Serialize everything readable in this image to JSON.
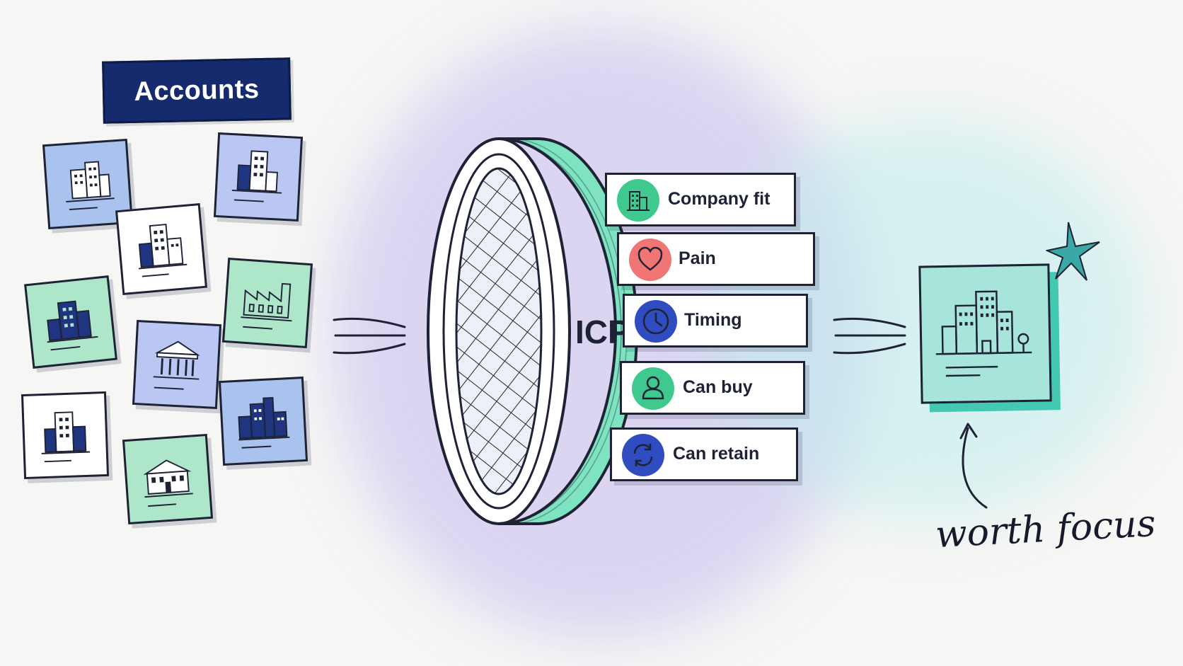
{
  "accounts_label": "Accounts",
  "filter_label": "ICP",
  "criteria": [
    {
      "label": "Company fit",
      "icon": "building-icon",
      "color": "#3fc98f"
    },
    {
      "label": "Pain",
      "icon": "heart-icon",
      "color": "#f07676"
    },
    {
      "label": "Timing",
      "icon": "clock-icon",
      "color": "#2f4cc0"
    },
    {
      "label": "Can buy",
      "icon": "person-icon",
      "color": "#3fc98f"
    },
    {
      "label": "Can retain",
      "icon": "refresh-icon",
      "color": "#2f4cc0"
    }
  ],
  "result_annotation": "worth focus",
  "colors": {
    "navy": "#152b6e",
    "mint": "#7ee3c0",
    "blue_card": "#a9c2ee",
    "green_card": "#aee6c9",
    "teal_result": "#a7e4d9"
  }
}
